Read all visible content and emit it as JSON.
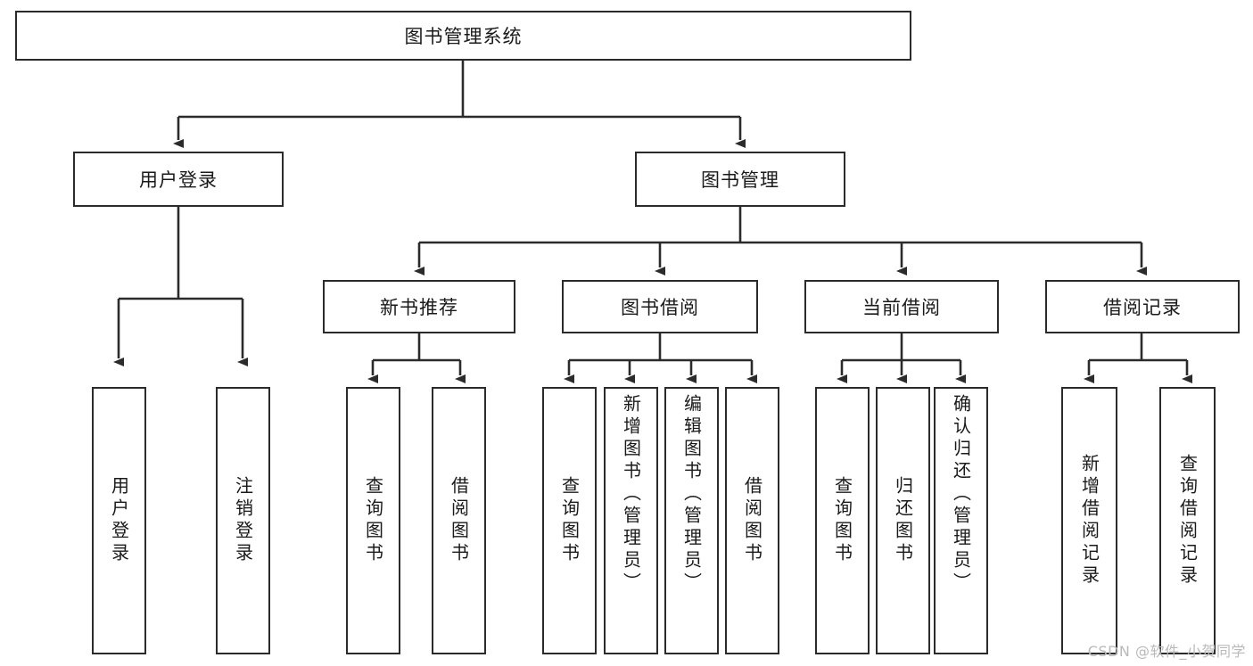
{
  "diagram": {
    "title": "图书管理系统",
    "type": "tree",
    "root": {
      "id": "root",
      "label": "图书管理系统"
    },
    "level2": [
      {
        "id": "user-login",
        "label": "用户登录"
      },
      {
        "id": "book-manage",
        "label": "图书管理"
      }
    ],
    "level3": [
      {
        "id": "new-book-recommend",
        "label": "新书推荐",
        "parent": "book-manage"
      },
      {
        "id": "book-borrow",
        "label": "图书借阅",
        "parent": "book-manage"
      },
      {
        "id": "current-borrow",
        "label": "当前借阅",
        "parent": "book-manage"
      },
      {
        "id": "borrow-record",
        "label": "借阅记录",
        "parent": "book-manage"
      }
    ],
    "leaves": [
      {
        "id": "leaf-user-login",
        "label": "用户登录",
        "parent": "user-login"
      },
      {
        "id": "leaf-user-logout",
        "label": "注销登录",
        "parent": "user-login"
      },
      {
        "id": "leaf-query-book-1",
        "label": "查询图书",
        "parent": "new-book-recommend"
      },
      {
        "id": "leaf-borrow-book-1",
        "label": "借阅图书",
        "parent": "new-book-recommend"
      },
      {
        "id": "leaf-query-book-2",
        "label": "查询图书",
        "parent": "book-borrow"
      },
      {
        "id": "leaf-add-book",
        "label": "新增图书（管理员）",
        "parent": "book-borrow"
      },
      {
        "id": "leaf-edit-book",
        "label": "编辑图书（管理员）",
        "parent": "book-borrow"
      },
      {
        "id": "leaf-borrow-book-2",
        "label": "借阅图书",
        "parent": "book-borrow"
      },
      {
        "id": "leaf-query-book-3",
        "label": "查询图书",
        "parent": "current-borrow"
      },
      {
        "id": "leaf-return-book",
        "label": "归还图书",
        "parent": "current-borrow"
      },
      {
        "id": "leaf-confirm-return",
        "label": "确认归还（管理员）",
        "parent": "current-borrow"
      },
      {
        "id": "leaf-add-record",
        "label": "新增借阅记录",
        "parent": "borrow-record"
      },
      {
        "id": "leaf-query-record",
        "label": "查询借阅记录",
        "parent": "borrow-record"
      }
    ]
  },
  "watermark": {
    "text": "CSDN @软件_小贺同学"
  },
  "colors": {
    "stroke": "#2b2b2b",
    "background": "#ffffff",
    "text": "#1a1a1a",
    "watermark": "#b9b9b9"
  }
}
